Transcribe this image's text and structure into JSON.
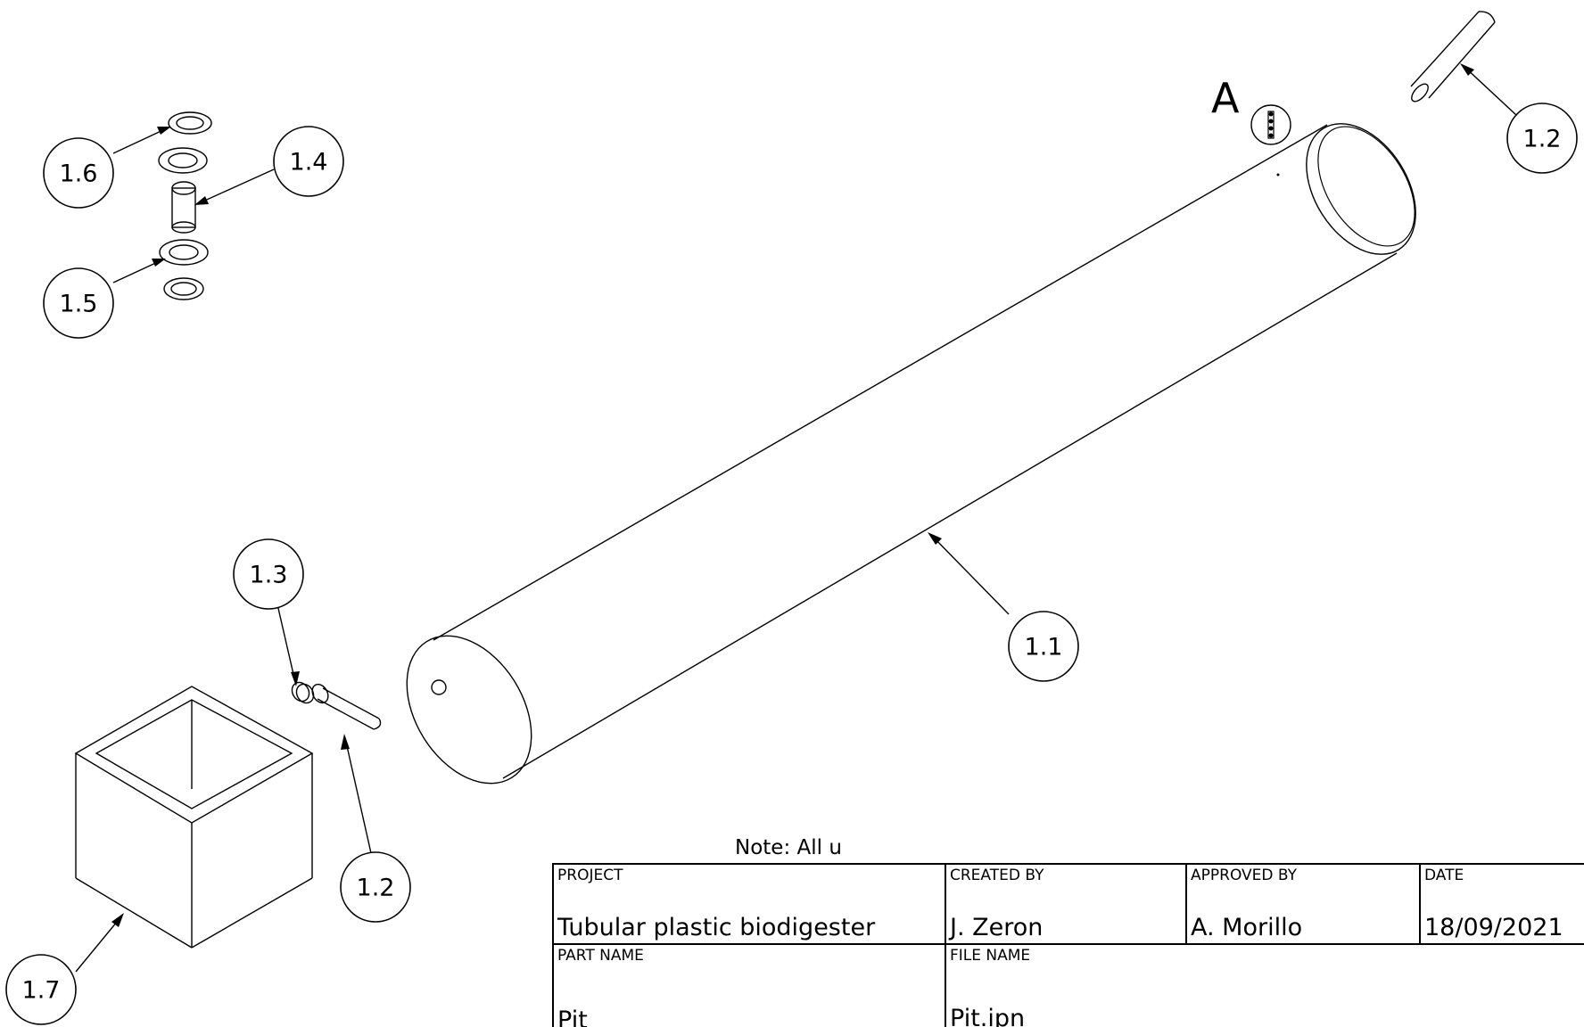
{
  "view_label": "A",
  "balloons": {
    "b11": "1.1",
    "b12_top": "1.2",
    "b12_bottom": "1.2",
    "b13": "1.3",
    "b14": "1.4",
    "b15": "1.5",
    "b16": "1.6",
    "b17": "1.7"
  },
  "note": "Note: All u",
  "title_block": {
    "project_label": "PROJECT",
    "project_value": "Tubular plastic biodigester",
    "created_by_label": "CREATED BY",
    "created_by_value": "J. Zeron",
    "approved_by_label": "APPROVED BY",
    "approved_by_value": "A. Morillo",
    "date_label": "DATE",
    "date_value": "18/09/2021",
    "part_name_label": "PART NAME",
    "part_name_value": "Pit",
    "file_name_label": "FILE NAME",
    "file_name_value": "Pit.ipn"
  }
}
